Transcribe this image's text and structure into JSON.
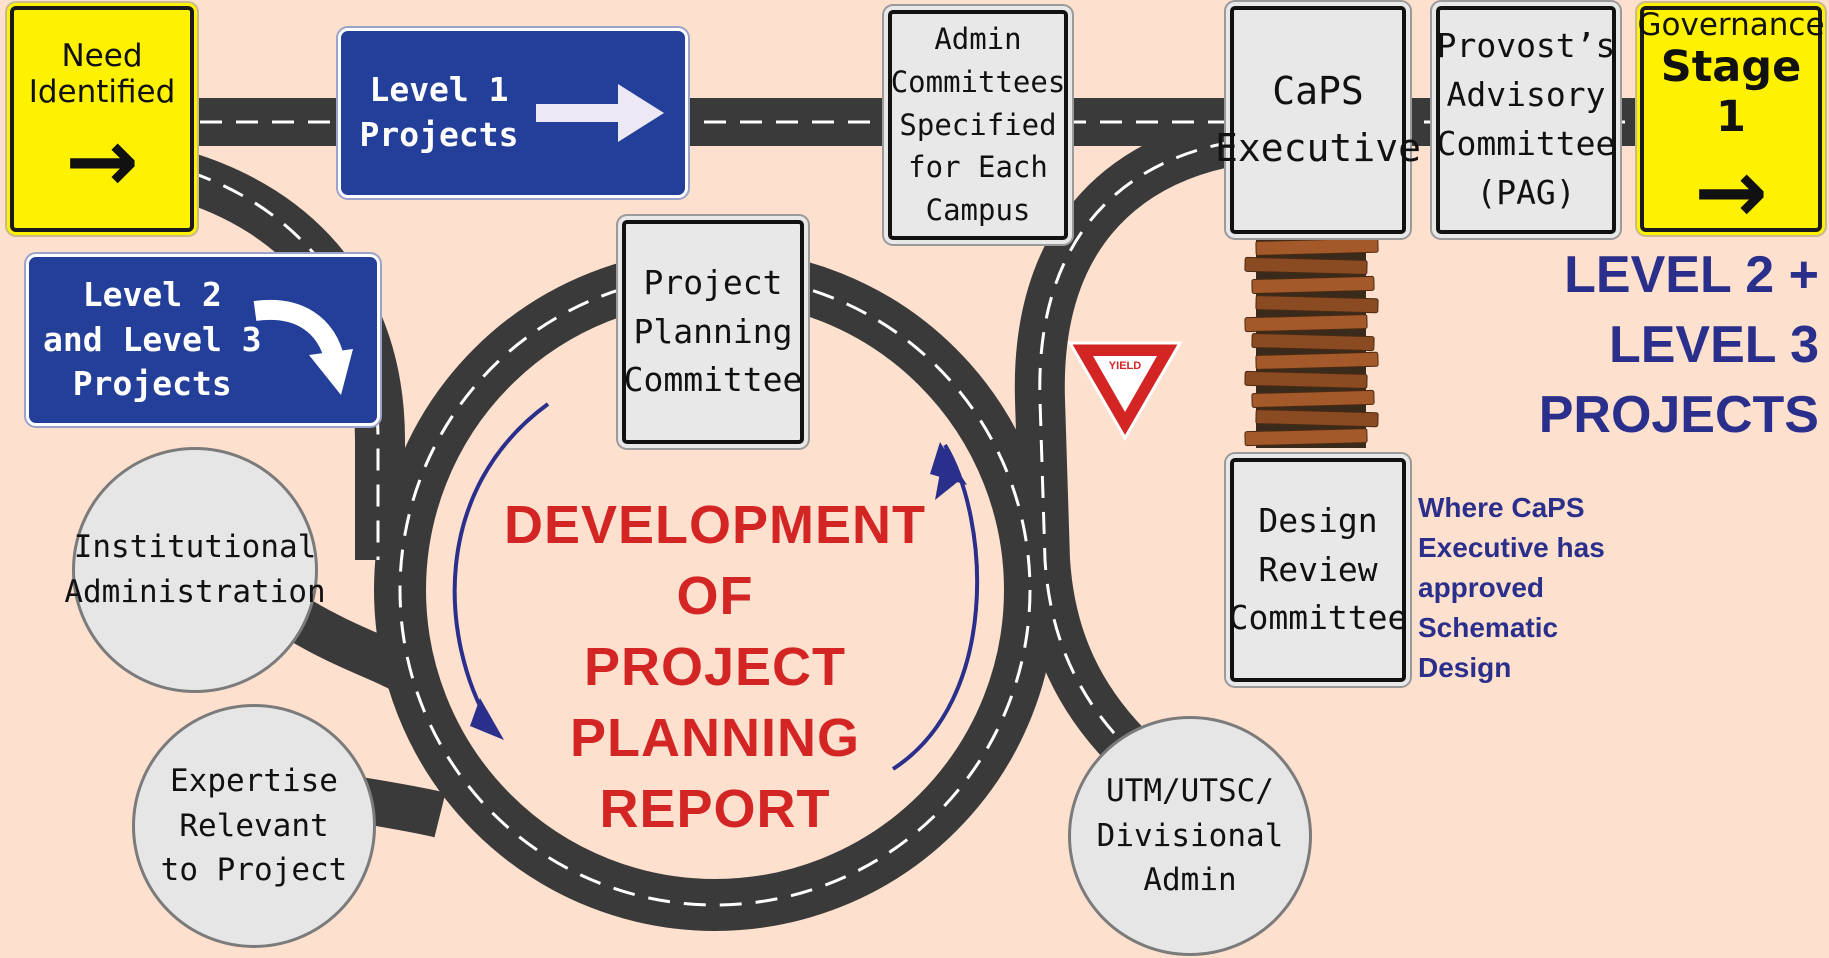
{
  "signs": {
    "need_identified": {
      "line1": "Need",
      "line2": "Identified",
      "arrow": "→"
    },
    "governance": {
      "line1": "Governance",
      "line2": "Stage 1",
      "arrow": "→"
    },
    "level1": {
      "line1": "Level 1",
      "line2": "Projects"
    },
    "level23": {
      "line1": "Level 2",
      "line2": "and Level 3",
      "line3": "Projects"
    },
    "admin_committees": {
      "lines": [
        "Admin",
        "Committees",
        "Specified",
        "for Each",
        "Campus"
      ]
    },
    "caps_executive": {
      "line1": "CaPS",
      "line2": "Executive"
    },
    "pag": {
      "lines": [
        "Provost’s",
        "Advisory",
        "Committee",
        "(PAG)"
      ]
    },
    "ppc": {
      "lines": [
        "Project",
        "Planning",
        "Committee"
      ]
    },
    "drc": {
      "lines": [
        "Design",
        "Review",
        "Committee"
      ]
    },
    "yield": "YIELD"
  },
  "circles": {
    "institutional": {
      "line1": "Institutional",
      "line2": "Administration"
    },
    "expertise": {
      "lines": [
        "Expertise",
        "Relevant",
        "to Project"
      ]
    },
    "utm": {
      "lines": [
        "UTM/UTSC/",
        "Divisional",
        "Admin"
      ]
    }
  },
  "center_title": [
    "DEVELOPMENT OF",
    "PROJECT",
    "PLANNING",
    "REPORT"
  ],
  "side_title": [
    "LEVEL 2 +",
    "LEVEL 3",
    "PROJECTS"
  ],
  "side_note": [
    "Where CaPS",
    "Executive has",
    "approved",
    "Schematic",
    "Design"
  ],
  "icons": {
    "need_arrow": "right-arrow-icon",
    "governance_arrow": "right-arrow-icon",
    "level1_arrow": "right-arrow-icon",
    "level23_arrow": "curved-down-arrow-icon",
    "yield": "yield-sign-icon",
    "bridge": "wooden-bridge-icon"
  },
  "colors": {
    "background": "#fde0ce",
    "road": "#3a3a3a",
    "sign_yellow": "#fff200",
    "sign_blue": "#243f99",
    "title_red": "#d42525",
    "text_navy": "#2b2f8c"
  }
}
